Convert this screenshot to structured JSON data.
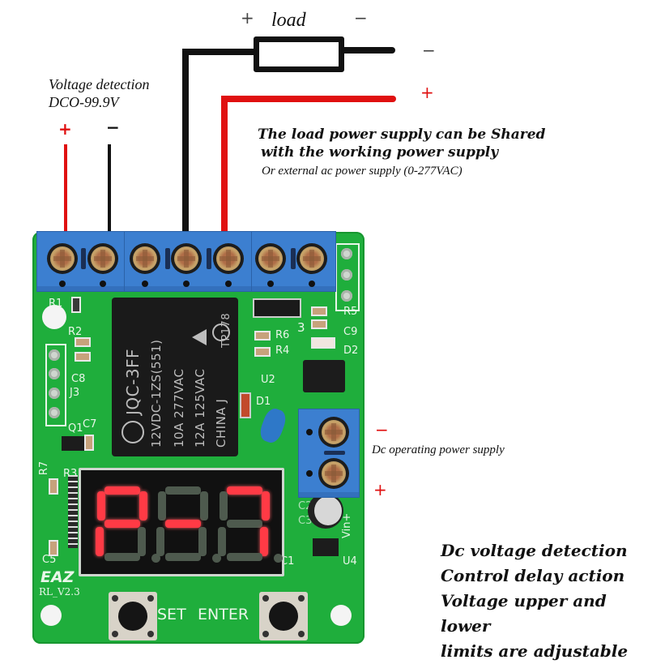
{
  "diagram": {
    "load": {
      "label": "load",
      "plus": "+",
      "minus": "−"
    },
    "load_supply_terminals": {
      "minus": "−",
      "plus": "+"
    },
    "voltage_detection": {
      "line1": "Voltage detection",
      "line2": "DCO-99.9V",
      "plus": "+",
      "minus": "−"
    },
    "load_power_note": {
      "line1": "The load power supply can be Shared",
      "line2": "with the working power supply",
      "line3": "Or external ac power supply (0-277VAC)"
    },
    "dc_operating": {
      "label": "Dc operating power supply",
      "minus": "−",
      "plus": "+"
    },
    "features": [
      "Dc voltage detection",
      "Control delay action",
      "Voltage upper and lower",
      "limits are adjustable"
    ],
    "colors": {
      "positive_wire": "#e01010",
      "negative_wire": "#111111",
      "pcb": "#1fae3c",
      "terminal": "#3c7fd0",
      "led_on": "#ff3a45"
    }
  },
  "board": {
    "relay": {
      "model": "JQC-3FF",
      "rating_coil": "12VDC-1ZS(551)",
      "rating1": "10A 277VAC",
      "rating2": "12A 125VAC",
      "origin": "CHINA J",
      "code": "TP178"
    },
    "display": {
      "digits": [
        "P",
        "-",
        "7"
      ],
      "reading": "P-7"
    },
    "buttons": {
      "set": "SET",
      "enter": "ENTER"
    },
    "silkscreen": {
      "brand": "EAZ",
      "version": "RL_V2.3",
      "r1": "R1",
      "r2": "R2",
      "r3": "R3",
      "r4": "R4",
      "r5": "R5",
      "r6": "R6",
      "r7": "R7",
      "c1": "C1",
      "c2": "C2",
      "c3": "C3",
      "c5": "C5",
      "c7": "C7",
      "c8": "C8",
      "c9": "C9",
      "d1": "D1",
      "d2": "D2",
      "j3": "J3",
      "u2": "U2",
      "u4": "U4",
      "q1": "Q1",
      "vin": "Vin+",
      "jp": "3"
    }
  }
}
